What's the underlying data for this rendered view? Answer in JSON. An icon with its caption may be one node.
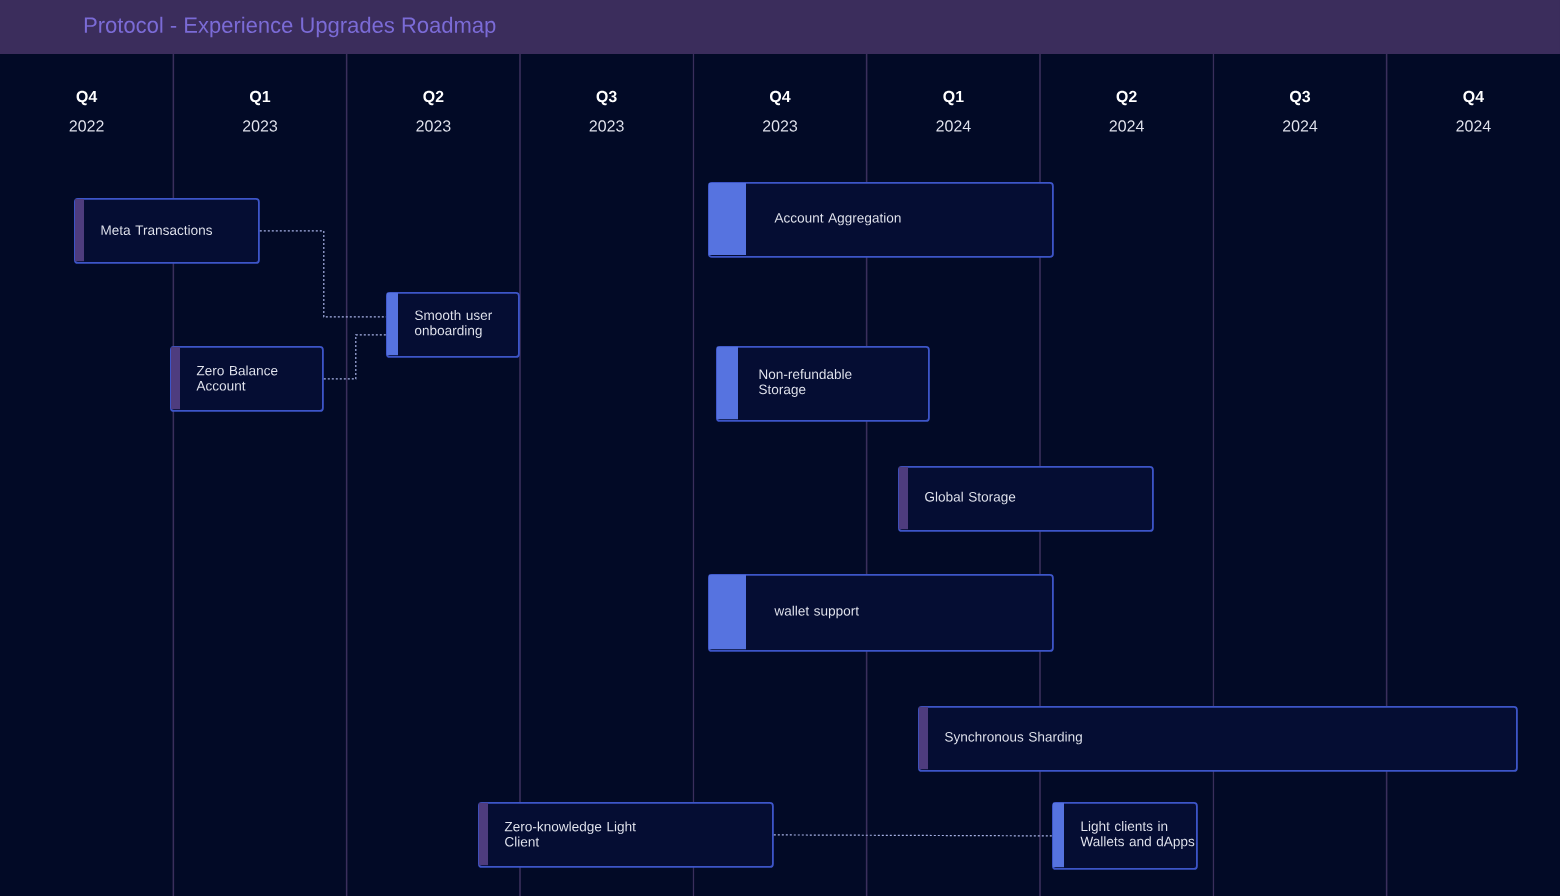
{
  "diagram": {
    "title": "Protocol - Experience Upgrades Roadmap",
    "nodes": [
      {
        "text": [
          "Meta Transactions"
        ]
      },
      {
        "text": [
          "Smooth user onboarding"
        ]
      },
      {
        "text": [
          "Zero Balance Account"
        ]
      },
      {
        "text": [
          "Account Aggregation"
        ]
      },
      {
        "text": [
          "Non-refundable Storage"
        ]
      },
      {
        "text": [
          "Global Storage"
        ]
      },
      {
        "text": [
          "wallet support"
        ]
      },
      {
        "text": [
          "Synchronous Sharding"
        ]
      },
      {
        "text": [
          "Zero-knowledge Light Client"
        ]
      },
      {
        "text": [
          "Light clients in Wallets and dApps"
        ]
      }
    ],
    "edges": [
      {
        "from": 0,
        "to": 1,
        "arrow": "none",
        "style": "dashed"
      },
      {
        "from": 2,
        "to": 1,
        "arrow": "none",
        "style": "dashed"
      },
      {
        "from": 8,
        "to": 9,
        "arrow": "none",
        "style": "dashed"
      }
    ],
    "labels": [
      "Q4",
      "2022",
      "Q1",
      "2023",
      "Q2",
      "2023",
      "Q3",
      "2023",
      "Q4",
      "2023",
      "Q1",
      "2024",
      "Q2",
      "2024",
      "Q3",
      "2024",
      "Q4",
      "2024"
    ]
  }
}
